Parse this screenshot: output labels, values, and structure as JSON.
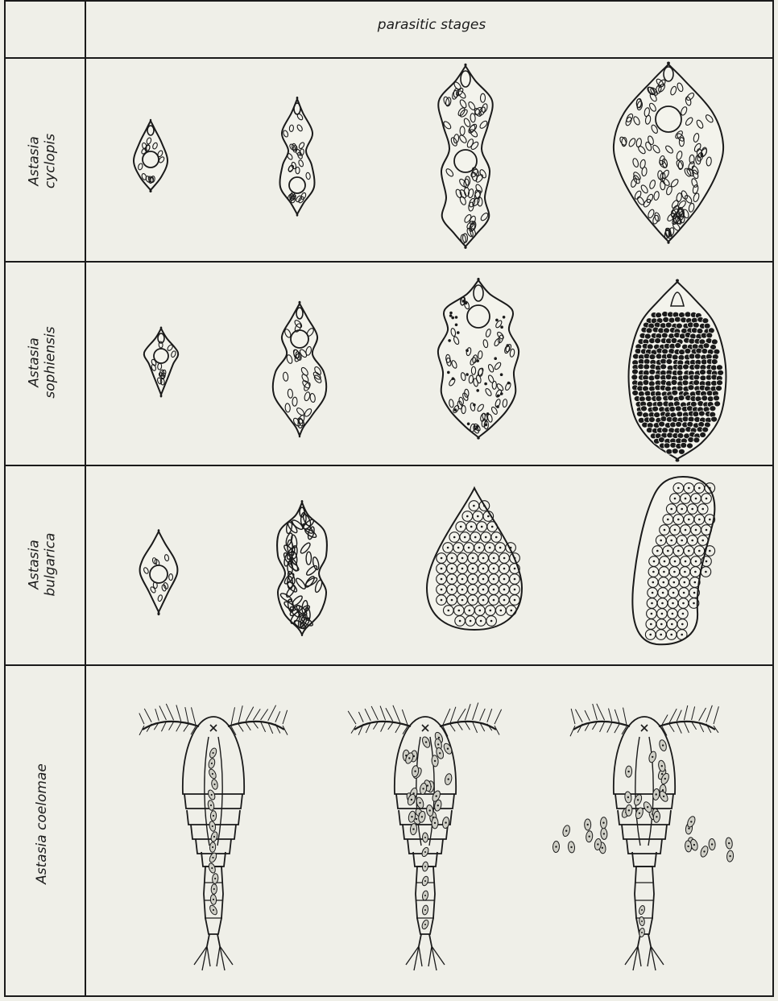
{
  "header": {
    "label": "parasitic stages"
  },
  "rows": [
    {
      "lines": [
        "Astasia",
        "cyclopis"
      ]
    },
    {
      "lines": [
        "Astasia",
        "sophiensis"
      ]
    },
    {
      "lines": [
        "Astasia",
        "bulgarica"
      ]
    },
    {
      "lines": [
        "Astasia coelomae"
      ]
    }
  ]
}
